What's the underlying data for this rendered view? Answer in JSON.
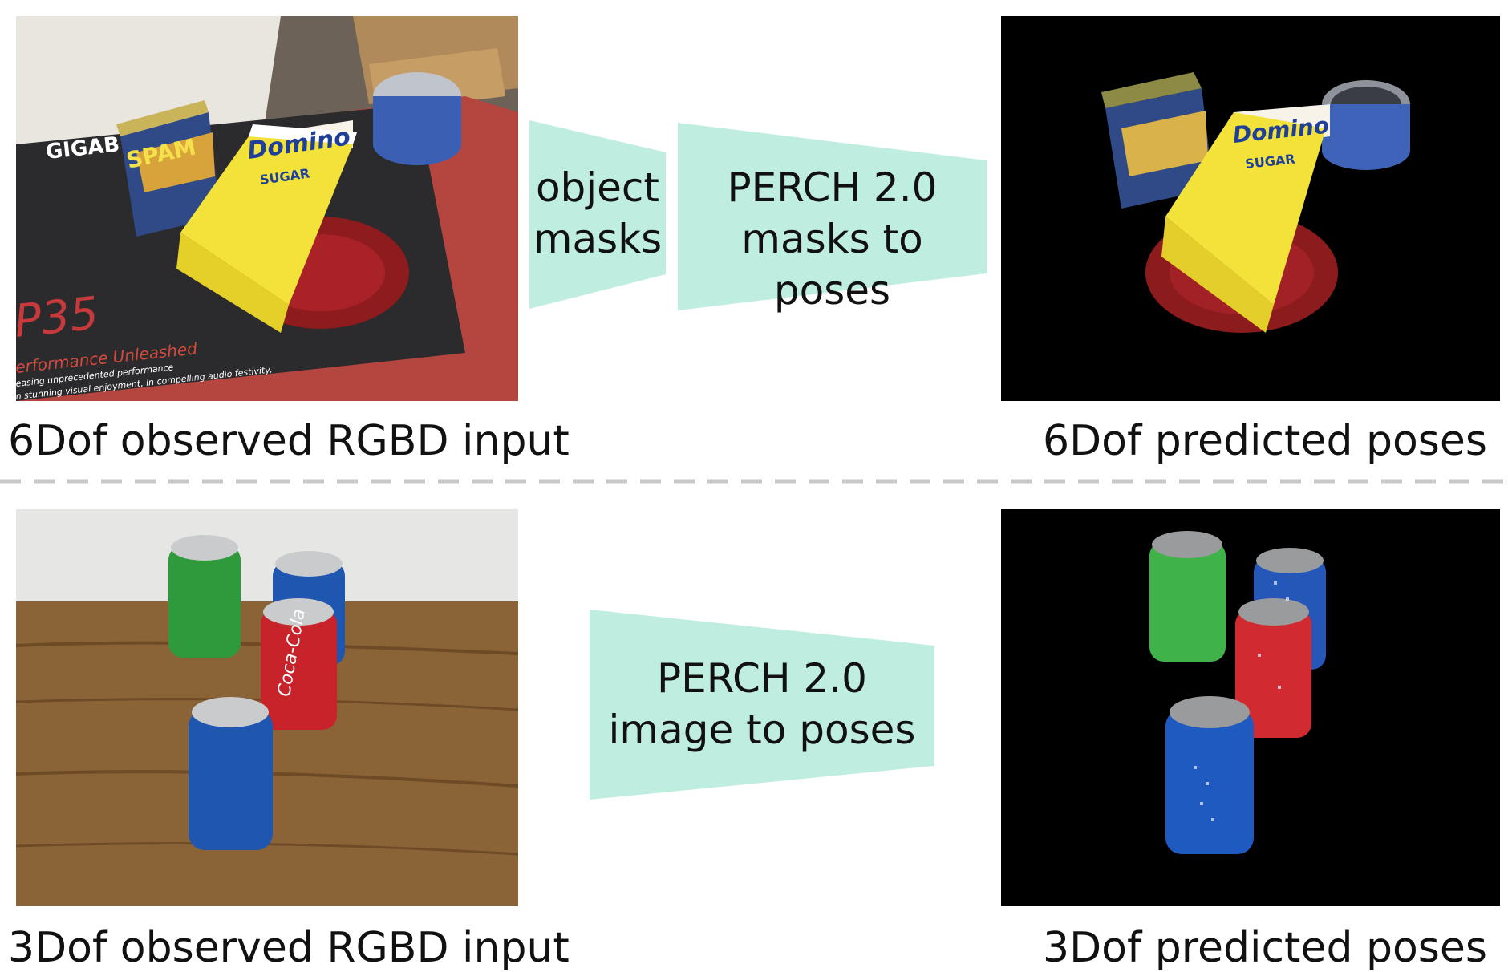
{
  "top_row": {
    "input_caption": "6Dof observed RGBD input",
    "output_caption": "6Dof predicted poses",
    "arrow1_label": [
      "object",
      "masks"
    ],
    "arrow2_label": [
      "PERCH 2.0",
      "masks to poses"
    ]
  },
  "bottom_row": {
    "input_caption": "3Dof observed RGBD input",
    "output_caption": "3Dof predicted poses",
    "arrow_label": [
      "PERCH 2.0",
      "image to poses"
    ]
  },
  "scene_text": {
    "box_brand": "GIGAB",
    "box_model": "P35",
    "box_tagline": "erformance Unleashed",
    "box_fine_1": "easing unprecedented performance",
    "box_fine_2": "n stunning visual enjoyment, in compelling audio festivity.",
    "spam": "SPAM",
    "domino": "Domino",
    "sugar": "SUGAR",
    "coke": "Coca-Cola"
  },
  "colors": {
    "arrow_fill": "#bfeee0",
    "divider": "#c8c8c8",
    "output_background": "#000000",
    "table_wood": "#8a6437",
    "green_can": "#2e9a3c",
    "blue_can": "#1f56b0",
    "red_can": "#c8222a",
    "domino_yellow": "#f2e23a"
  }
}
